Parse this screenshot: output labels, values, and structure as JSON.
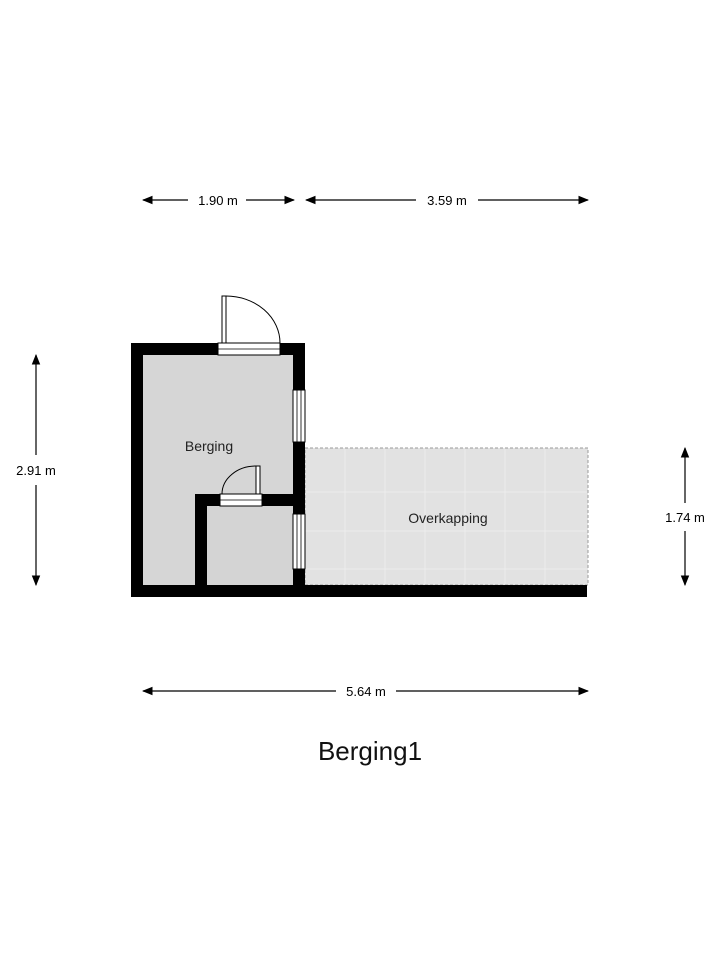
{
  "plan": {
    "title": "Berging1",
    "rooms": [
      {
        "name": "Berging"
      },
      {
        "name": "Overkapping"
      }
    ],
    "dimensions": {
      "top_left": "1.90 m",
      "top_right": "3.59 m",
      "left": "2.91 m",
      "right": "1.74 m",
      "bottom": "5.64 m"
    },
    "colors": {
      "wall": "#000000",
      "room_fill": "#d6d6d6",
      "covered_fill": "#e2e2e2",
      "tile_line": "#ececec"
    }
  }
}
